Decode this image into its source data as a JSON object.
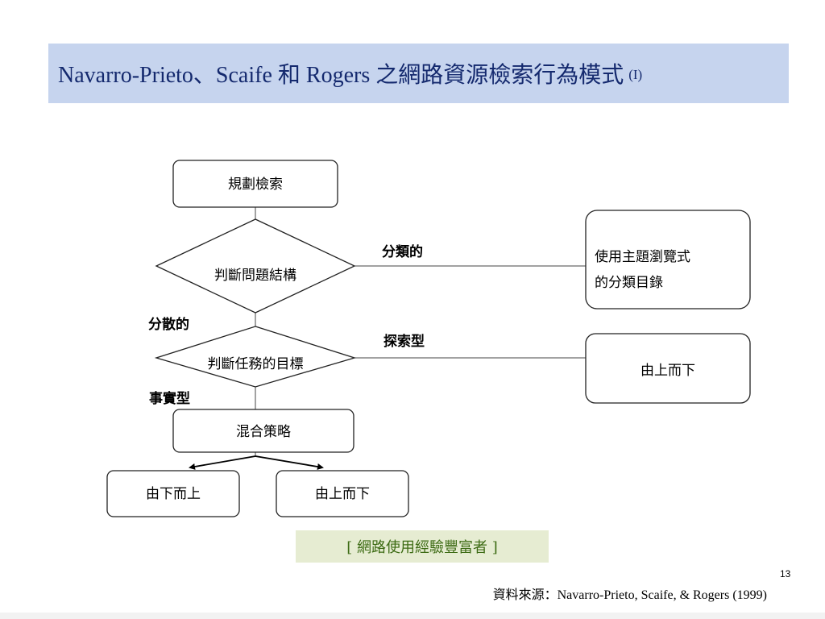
{
  "title": {
    "main": "Navarro-Prieto、Scaife 和 Rogers 之網路資源檢索行為模式",
    "suffix": "(I)"
  },
  "nodes": {
    "plan_search": "規劃檢索",
    "judge_problem_structure": "判斷問題結構",
    "judge_task_goal": "判斷任務的目標",
    "mixed_strategy": "混合策略",
    "subject_browsing_line1": "使用主題瀏覽式",
    "subject_browsing_line2": "的分類目錄",
    "top_down_right": "由上而下",
    "bottom_up": "由下而上",
    "top_down_bottom": "由上而下"
  },
  "edge_labels": {
    "categorized": "分類的",
    "dispersed": "分散的",
    "exploratory": "探索型",
    "factual": "事實型"
  },
  "legend": "[ 網路使用經驗豐富者 ]",
  "page_number": "13",
  "source": "資料來源：Navarro-Prieto, Scaife, & Rogers (1999)",
  "colors": {
    "title_background": "#c6d4ee",
    "title_text": "#14296e",
    "legend_background": "#e6ecd2",
    "legend_text": "#3d6b14"
  }
}
